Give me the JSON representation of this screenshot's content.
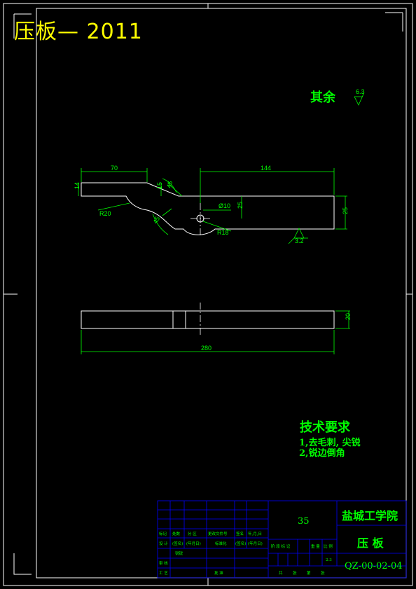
{
  "drawing": {
    "title": "压板— 2011",
    "roughness": {
      "label": "其余",
      "value": "6.3"
    },
    "roughness_local": "3.2",
    "dimensions": {
      "top_width": "70",
      "top_right_length": "144",
      "left_height": "14",
      "step_height": "15",
      "chamfer_1": "45",
      "chamfer_2": "45",
      "radius_1": "R20",
      "radius_2": "R18",
      "hole": "Ø10",
      "hole_offset": "25",
      "right_height": "25",
      "thickness": "20",
      "total_length": "280"
    },
    "tech_requirements": {
      "heading": "技术要求",
      "items": [
        "1,去毛刺, 尖锐",
        "2,锐边倒角"
      ]
    },
    "title_block": {
      "school": "盐城工学院",
      "part_name": "压 板",
      "material": "35",
      "drawing_no": "QZ-00-02-04",
      "scale": "2.3",
      "row_headers": [
        "标记",
        "处数",
        "分 区",
        "更改文件号",
        "签名",
        "年,月,日"
      ],
      "design_row": [
        "设 计",
        "(签名)",
        "(年月日)",
        "标准化",
        "(签名)",
        "(年月日)"
      ],
      "check_label": "审 核",
      "process_label": "工 艺",
      "approve_label": "批 准",
      "standard_label": "锐锐",
      "stage_row": [
        "阶 段 标 记",
        "重 量",
        "比 例"
      ],
      "sheet_row": [
        "共",
        "张",
        "第",
        "张"
      ]
    }
  },
  "colors": {
    "line": "#ffffff",
    "dim": "#00ff00",
    "title": "#ffff00",
    "block": "#0000ff"
  }
}
